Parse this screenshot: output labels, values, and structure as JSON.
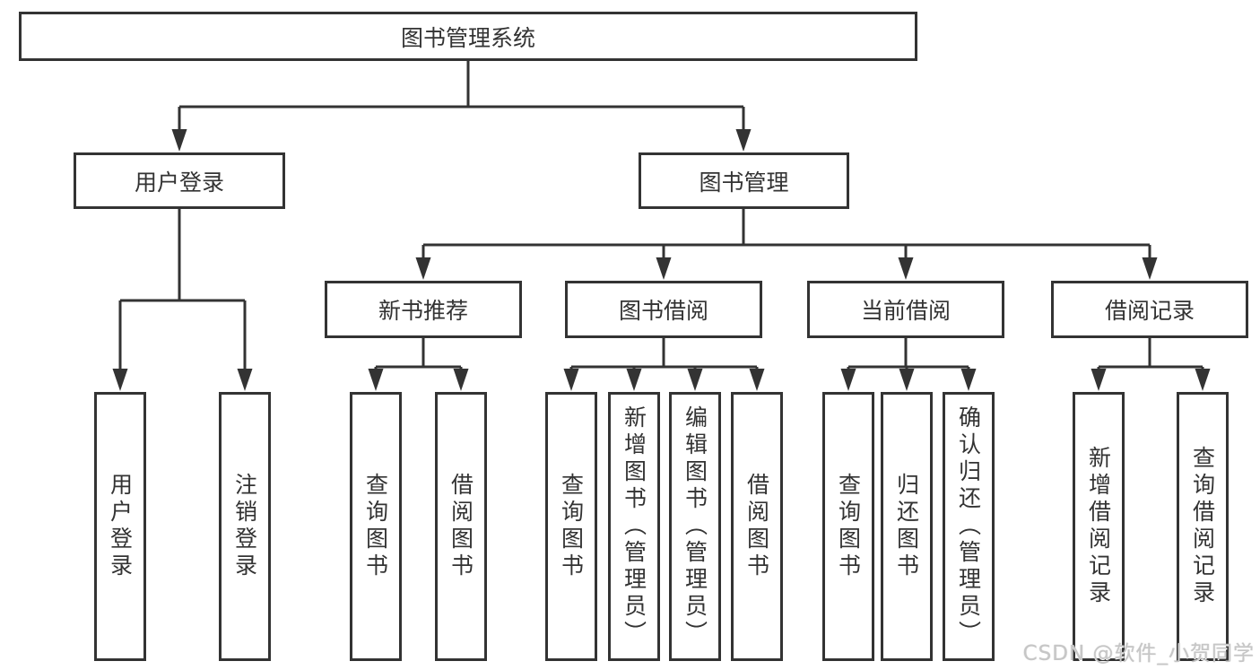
{
  "tree": {
    "label": "图书管理系统",
    "children": [
      {
        "label": "用户登录",
        "children": [
          {
            "label": "用户登录"
          },
          {
            "label": "注销登录"
          }
        ]
      },
      {
        "label": "图书管理",
        "children": [
          {
            "label": "新书推荐",
            "children": [
              {
                "label": "查询图书"
              },
              {
                "label": "借阅图书"
              }
            ]
          },
          {
            "label": "图书借阅",
            "children": [
              {
                "label": "查询图书"
              },
              {
                "label": "新增图书（管理员）"
              },
              {
                "label": "编辑图书（管理员）"
              },
              {
                "label": "借阅图书"
              }
            ]
          },
          {
            "label": "当前借阅",
            "children": [
              {
                "label": "查询图书"
              },
              {
                "label": "归还图书"
              },
              {
                "label": "确认归还（管理员）"
              }
            ]
          },
          {
            "label": "借阅记录",
            "children": [
              {
                "label": "新增借阅记录"
              },
              {
                "label": "查询借阅记录"
              }
            ]
          }
        ]
      }
    ]
  },
  "watermark": "CSDN @软件_小贺同学",
  "colors": {
    "line": "#333333",
    "box_border": "#333333",
    "text": "#333333",
    "background": "#ffffff",
    "watermark_text": "#c6c6c6"
  }
}
